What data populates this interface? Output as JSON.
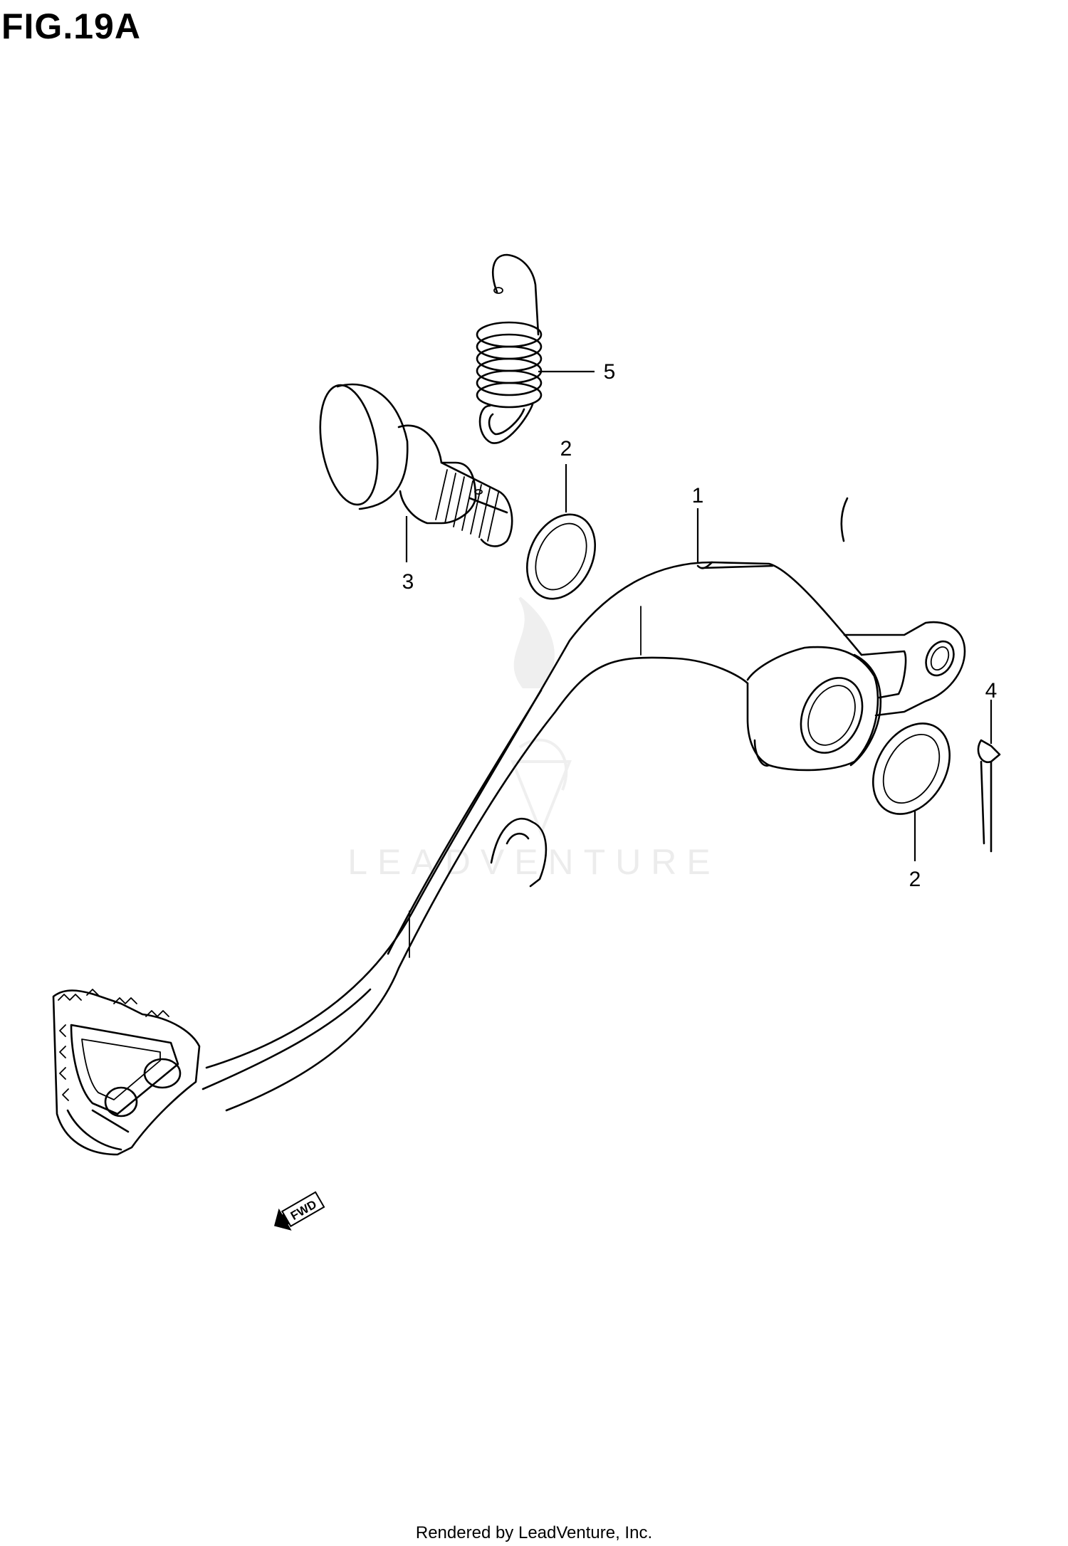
{
  "figure": {
    "title": "FIG.19A"
  },
  "callouts": [
    {
      "part": "1",
      "label": "1"
    },
    {
      "part": "2",
      "label": "2"
    },
    {
      "part": "2",
      "label": "2"
    },
    {
      "part": "3",
      "label": "3"
    },
    {
      "part": "4",
      "label": "4"
    },
    {
      "part": "5",
      "label": "5"
    }
  ],
  "direction_badge": {
    "text": "FWD",
    "icon": "forward-arrow-icon"
  },
  "watermark": {
    "text": "LEADVENTURE",
    "icon": "leadventure-flame-logo"
  },
  "footer": {
    "text": "Rendered by LeadVenture, Inc."
  }
}
